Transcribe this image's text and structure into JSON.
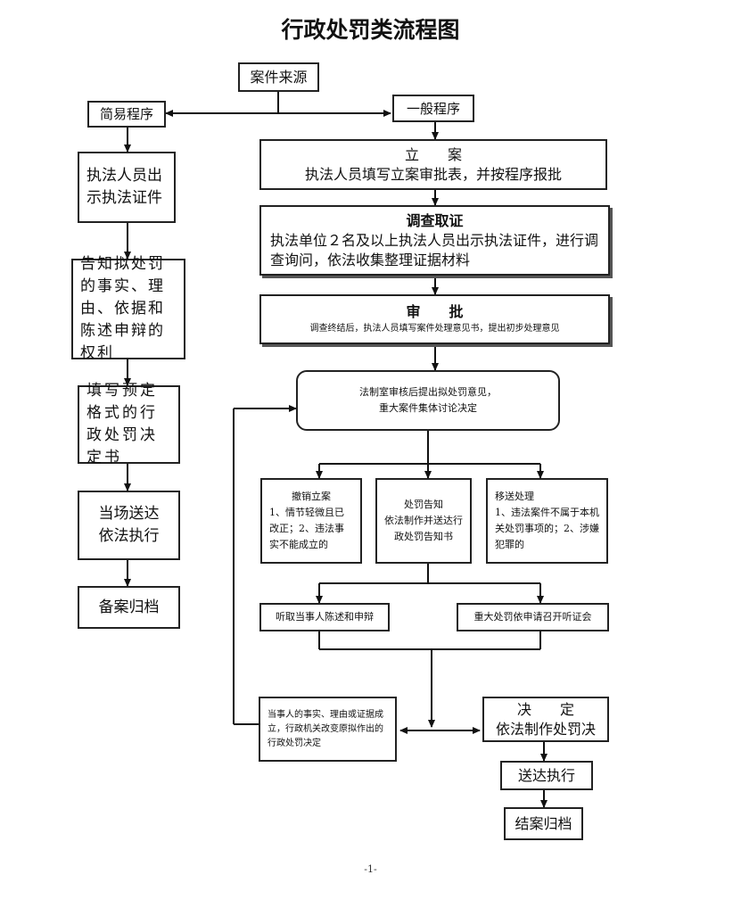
{
  "title": "行政处罚类流程图",
  "source": "案件来源",
  "simple": {
    "label": "简易程序",
    "steps": [
      "执法人员出示执法证件",
      "告知拟处罚的事实、理由、依据和陈述申辩的权利",
      "填写预定格式的行政处罚决定书",
      "当场送达依法执行",
      "备案归档"
    ]
  },
  "general": {
    "label": "一般程序",
    "file_case": {
      "heading": "立　　案",
      "text": "执法人员填写立案审批表，并按程序报批"
    },
    "investigate": {
      "heading": "调查取证",
      "text": "执法单位２名及以上执法人员出示执法证件，进行调查询问，依法收集整理证据材料"
    },
    "approve": {
      "heading": "审　　批",
      "text": "调查终结后，执法人员填写案件处理意见书，提出初步处理意见"
    },
    "legal_review": {
      "line1": "法制室审核后提出拟处罚意见，",
      "line2": "重大案件集体讨论决定"
    },
    "branches": [
      {
        "heading": "撤销立案",
        "text": "1、情节轻微且已改正；2、违法事实不能成立的"
      },
      {
        "heading": "处罚告知",
        "text": "依法制作并送达行政处罚告知书"
      },
      {
        "heading": "移送处理",
        "text": "1、违法案件不属于本机关处罚事项的；2、涉嫌犯罪的"
      }
    ],
    "hearing_statement": "听取当事人陈述和申辩",
    "hearing_major": "重大处罚依申请召开听证会",
    "reconsider": "当事人的事实、理由或证据成立，行政机关改变原拟作出的行政处罚决定",
    "decision": {
      "heading": "决　　定",
      "text": "依法制作处罚决"
    },
    "deliver": "送达执行",
    "close": "结案归档"
  },
  "page_number": "-1-"
}
